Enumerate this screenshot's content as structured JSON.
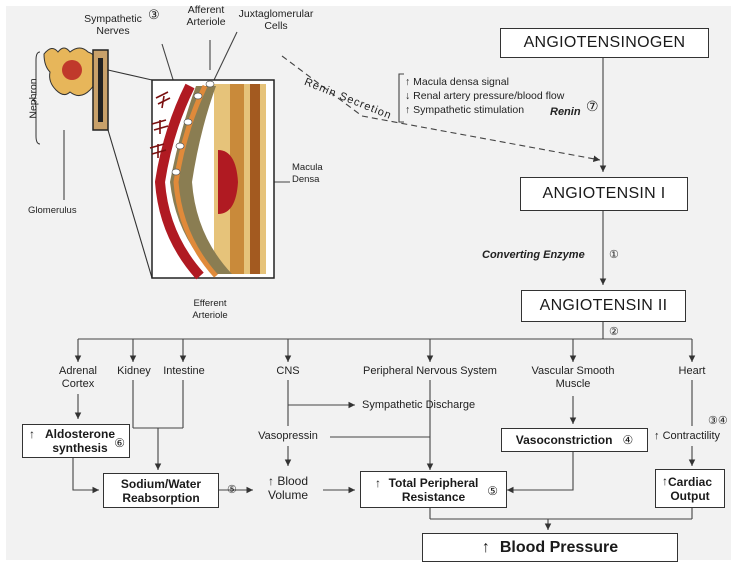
{
  "nodes": {
    "angiotensinogen": "ANGIOTENSINOGEN",
    "angiotensin1": "ANGIOTENSIN I",
    "angiotensin2": "ANGIOTENSIN II",
    "blood_pressure": "Blood Pressure",
    "aldosterone": "Aldosterone synthesis",
    "sodium_water": "Sodium/Water Reabsorption",
    "blood_volume": "Blood Volume",
    "tpr": "Total Peripheral Resistance",
    "vasoconstriction": "Vasoconstriction",
    "cardiac_output": "Cardiac Output"
  },
  "labels": {
    "converting_enzyme": "Converting Enzyme",
    "renin": "Renin",
    "renin_secretion": "Renin Secretion",
    "stimuli": [
      "Macula densa signal",
      "Renal artery pressure/blood flow",
      "Sympathetic stimulation"
    ],
    "sympathetic_nerves": "Sympathetic Nerves",
    "afferent_arteriole": "Afferent Arteriole",
    "juxtaglomerular_cells": "Juxtaglomerular Cells",
    "nephron": "Nephron",
    "glomerulus": "Glomerulus",
    "macula_densa": "Macula Densa",
    "efferent_arteriole": "Efferent Arteriole",
    "adrenal_cortex": "Adrenal Cortex",
    "kidney": "Kidney",
    "intestine": "Intestine",
    "cns": "CNS",
    "pns": "Peripheral Nervous System",
    "vsm": "Vascular Smooth Muscle",
    "heart": "Heart",
    "sympathetic_discharge": "Sympathetic Discharge",
    "vasopressin": "Vasopressin",
    "contractility": "Contractility"
  },
  "markers": {
    "n1": "①",
    "n2": "②",
    "n3": "③",
    "n4": "④",
    "n5": "⑤",
    "n6": "⑥",
    "n7": "⑦",
    "n34": "③④",
    "up": "↑",
    "down": "↓"
  },
  "colors": {
    "box_border": "#333333",
    "arteriole_red": "#b01a22",
    "arteriole_orange": "#e08a3a",
    "tissue_olive": "#8a7d52",
    "background": "#f2f2f2"
  }
}
